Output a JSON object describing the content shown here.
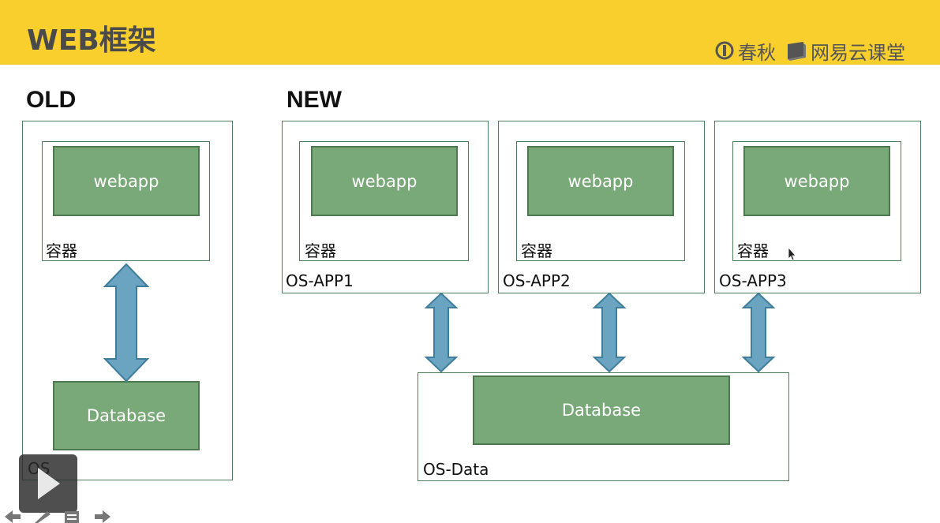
{
  "header": {
    "title": "WEB框架",
    "logo_chunqiu": "春秋",
    "logo_netease": "网易云课堂"
  },
  "old": {
    "heading": "OLD",
    "webapp": "webapp",
    "container": "容器",
    "database": "Database",
    "os": "OS"
  },
  "new": {
    "heading": "NEW",
    "apps": [
      {
        "webapp": "webapp",
        "container": "容器",
        "os": "OS-APP1"
      },
      {
        "webapp": "webapp",
        "container": "容器",
        "os": "OS-APP2"
      },
      {
        "webapp": "webapp",
        "container": "容器",
        "os": "OS-APP3"
      }
    ],
    "database": "Database",
    "os_data": "OS-Data"
  },
  "colors": {
    "header_bg": "#f9cf2e",
    "green_fill": "#79a978",
    "green_border": "#4b7a4e",
    "arrow_fill": "#6aa4c0",
    "arrow_stroke": "#3f7d9c"
  }
}
